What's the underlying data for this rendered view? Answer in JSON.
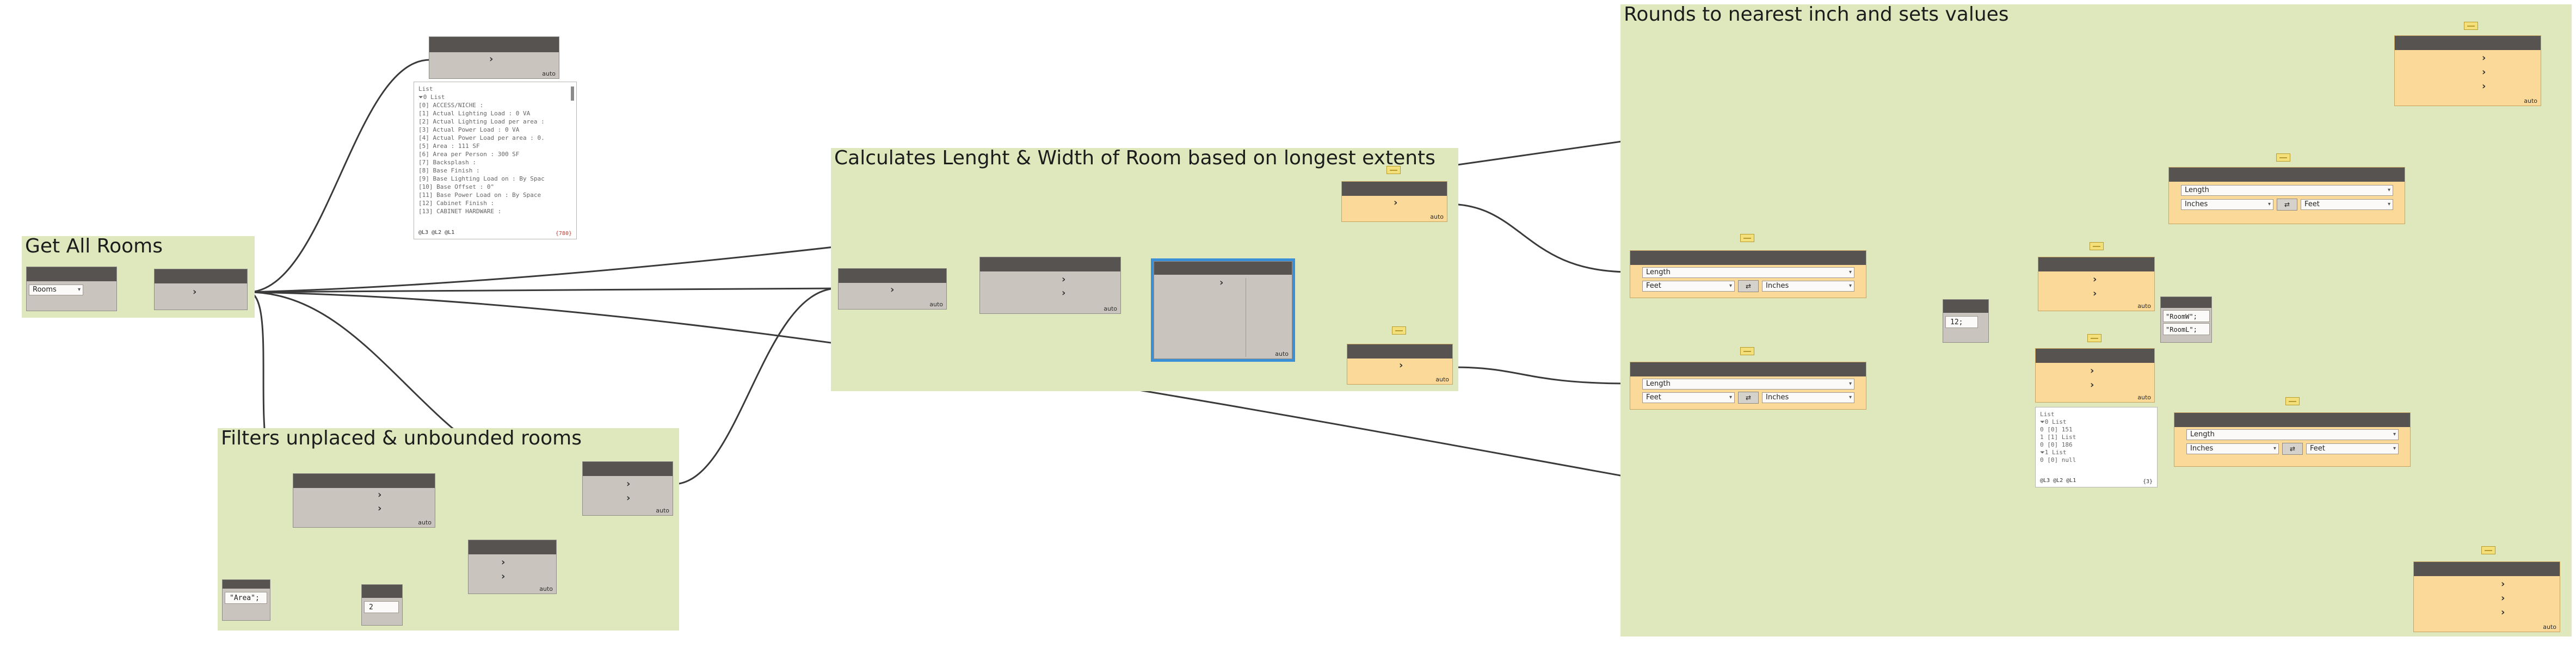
{
  "colors": {
    "group_bg": "#dfe8bd",
    "node_body": "#c9c5be",
    "node_header": "#575350",
    "node_yellow": "#fbd999",
    "wire": "#3a3a3a",
    "wire_selected": "#3b8fd6",
    "selection": "#3b8fd6",
    "warning": "#f4e07a"
  },
  "groups": {
    "get_rooms": "Get All Rooms",
    "filters": "Filters unplaced & unbounded rooms",
    "calculates": "Calculates Lenght & Width of Room based on longest extents",
    "rounds": "Rounds to nearest inch and sets values"
  },
  "categories_node": {
    "selected": "Rooms"
  },
  "string_nodes": {
    "area": "\"Area\";",
    "number_two": "2",
    "room_params": [
      "\"RoomW\";",
      "\"RoomL\";"
    ],
    "twelve": "12;"
  },
  "converters": [
    {
      "metric": "Length",
      "from": "Feet",
      "to": "Inches",
      "swap": "⇄"
    },
    {
      "metric": "Length",
      "from": "Feet",
      "to": "Inches",
      "swap": "⇄"
    },
    {
      "metric": "Length",
      "from": "Inches",
      "to": "Feet",
      "swap": "⇄"
    },
    {
      "metric": "Length",
      "from": "Inches",
      "to": "Feet",
      "swap": "⇄"
    }
  ],
  "auto_label": "auto",
  "preview_params": {
    "lines": [
      "List",
      "⏷0 List",
      "  [0] ACCESS/NICHE :",
      "  [1] Actual Lighting Load : 0 VA",
      "  [2] Actual Lighting Load per area :",
      "  [3] Actual Power Load : 0 VA",
      "  [4] Actual Power Load per area : 0.",
      "  [5] Area : 111 SF",
      "  [6] Area per Person : 300 SF",
      "  [7] Backsplash :",
      "  [8] Base Finish :",
      "  [9] Base Lighting Load on : By Spac",
      "  [10] Base Offset : 0\"",
      "  [11] Base Power Load on : By Space",
      "  [12] Cabinet Finish :",
      "  [13] CABINET HARDWARE :"
    ],
    "levels": "@L3 @L2 @L1",
    "count": "{780}"
  },
  "preview_values": {
    "lines": [
      "List",
      "⏷0 List",
      "  0 [0] 151",
      "  1 [1] List",
      "    0 [0] 186",
      "⏷1 List",
      "  0 [0] null"
    ],
    "levels": "@L3 @L2 @L1",
    "count": "{3}"
  }
}
